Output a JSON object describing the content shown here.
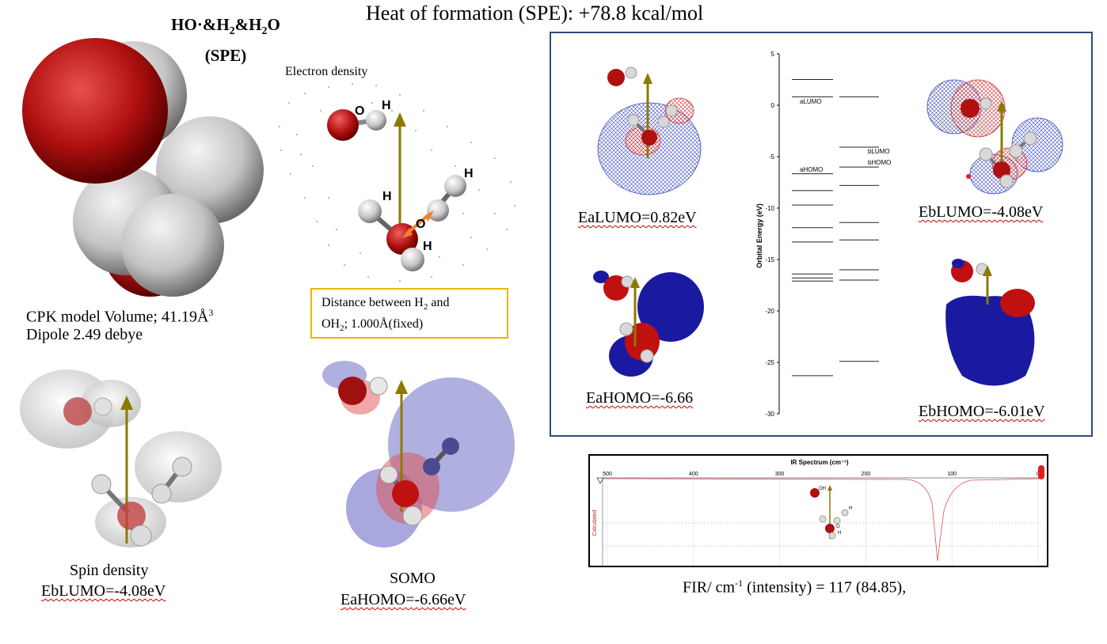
{
  "header": {
    "heat_of_formation": "Heat of formation (SPE): +78.8 kcal/mol"
  },
  "molecule_title": {
    "line1_a": "HO·&H",
    "line1_sub1": "2",
    "line1_b": "&H",
    "line1_sub2": "2",
    "line1_c": "O",
    "line2": "(SPE)"
  },
  "cpk": {
    "volume_label": "CPK model Volume; 41.19Å",
    "volume_sup": "3",
    "dipole": "Dipole 2.49 debye"
  },
  "electron_density": {
    "label": "Electron density",
    "atom_o1": "O",
    "atom_h1": "H",
    "atom_h2": "H",
    "atom_h3": "H",
    "atom_o2": "O",
    "atom_h4": "H"
  },
  "distance_note": {
    "line1_a": "Distance between H",
    "line1_sub": "2",
    "line1_b": " and",
    "line2_a": "OH",
    "line2_sub": "2",
    "line2_b": "; 1.000Å(fixed)"
  },
  "spin_density": {
    "label": "Spin density",
    "value": "EbLUMO=-4.08eV"
  },
  "somo": {
    "label": "SOMO",
    "value": "EaHOMO=-6.66eV"
  },
  "orbitals": {
    "ea_lumo": "EaLUMO=0.82eV",
    "ea_homo": "EaHOMO=-6.66",
    "eb_lumo": "EbLUMO=-4.08eV",
    "eb_homo": "EbHOMO=-6.01eV"
  },
  "energy_diagram": {
    "y_axis_label": "Orbital Energy (eV)",
    "y_ticks": [
      "5",
      "0",
      "-5",
      "-10",
      "-15",
      "-20",
      "-25",
      "-30"
    ],
    "level_labels": {
      "alumo": "aLUMO",
      "ahomo": "aHOMO",
      "blumo": "bLUMO",
      "bhomo": "bHOMO"
    },
    "alpha_levels": [
      2.5,
      0.82,
      -6.66,
      -8.3,
      -9.7,
      -11.9,
      -13.3,
      -16.4,
      -16.8,
      -17.1,
      -26.3
    ],
    "beta_levels": [
      0.82,
      -4.08,
      -6.01,
      -7.8,
      -11.4,
      -13.1,
      -16.0,
      -17.0,
      -24.9
    ],
    "ylim": [
      -30,
      5
    ]
  },
  "ir_spectrum": {
    "title": "IR Spectrum (cm⁻¹)",
    "x_ticks": [
      "500",
      "400",
      "300",
      "200",
      "100",
      "0"
    ],
    "y_label": "Calculated",
    "mini_labels": {
      "oh": "OH",
      "h1": "H",
      "o": "O",
      "h2": "H"
    }
  },
  "fir": {
    "label_a": "FIR/ cm",
    "label_sup": "-1",
    "label_b": " (intensity) = 117 (84.85),"
  },
  "colors": {
    "oxygen": "#b01010",
    "hydrogen": "#c8c8c8",
    "dipole_arrow": "#8a7a00",
    "positive_lobe": "#1a1aa0",
    "negative_lobe": "#c01010",
    "panel_border": "#2f4b7c",
    "note_border": "#f0b400",
    "ir_line": "#e05050"
  }
}
